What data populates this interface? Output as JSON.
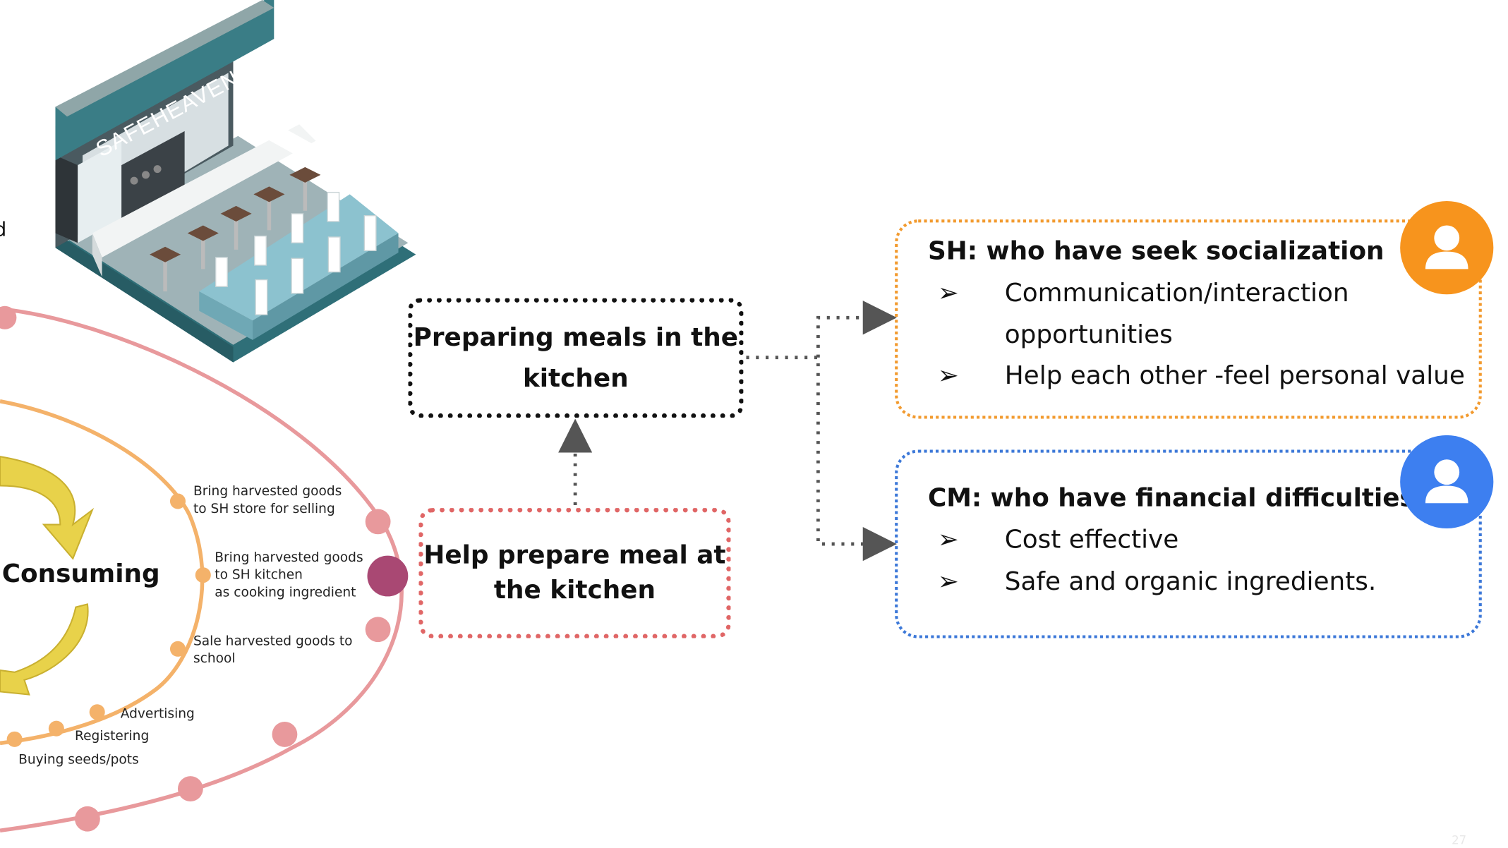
{
  "kitchen": {
    "sign_text": "SAFEHEAVEN KITCHEN"
  },
  "cycle": {
    "center_label": "Consuming",
    "cut_label": "d",
    "steps": [
      {
        "line1": "Bring harvested goods",
        "line2": "to SH store for selling",
        "line3": ""
      },
      {
        "line1": "Bring harvested goods",
        "line2": "to SH kitchen",
        "line3": "as cooking ingredient"
      },
      {
        "line1": "Sale harvested goods to",
        "line2": "school",
        "line3": ""
      },
      {
        "line1": "Advertising",
        "line2": "",
        "line3": ""
      },
      {
        "line1": "Registering",
        "line2": "",
        "line3": ""
      },
      {
        "line1": "Buying seeds/pots",
        "line2": "",
        "line3": ""
      }
    ]
  },
  "flow": {
    "main_box": {
      "line1": "Preparing meals in the",
      "line2": "kitchen"
    },
    "help_box": {
      "line1": "Help prepare meal at",
      "line2": "the kitchen"
    }
  },
  "cards": [
    {
      "title": "SH: who have seek socialization",
      "bullet_symbol": "➢",
      "bullets": [
        "Communication/interaction",
        "opportunities",
        "Help each other -feel personal value"
      ],
      "icon": "user-icon",
      "color": "#f7941d"
    },
    {
      "title": "CM: who have financial difficulties",
      "bullet_symbol": "➢",
      "bullets": [
        "Cost effective",
        "Safe and organic ingredients."
      ],
      "icon": "user-icon",
      "color": "#3d7ff0"
    }
  ],
  "colors": {
    "outer_ring": "#e8999c",
    "inner_ring": "#f4b26a",
    "highlight_node": "#a94873",
    "arrow_yellow": "#e8d24a",
    "kitchen_teal": "#2f6f78"
  },
  "page_number": "27"
}
